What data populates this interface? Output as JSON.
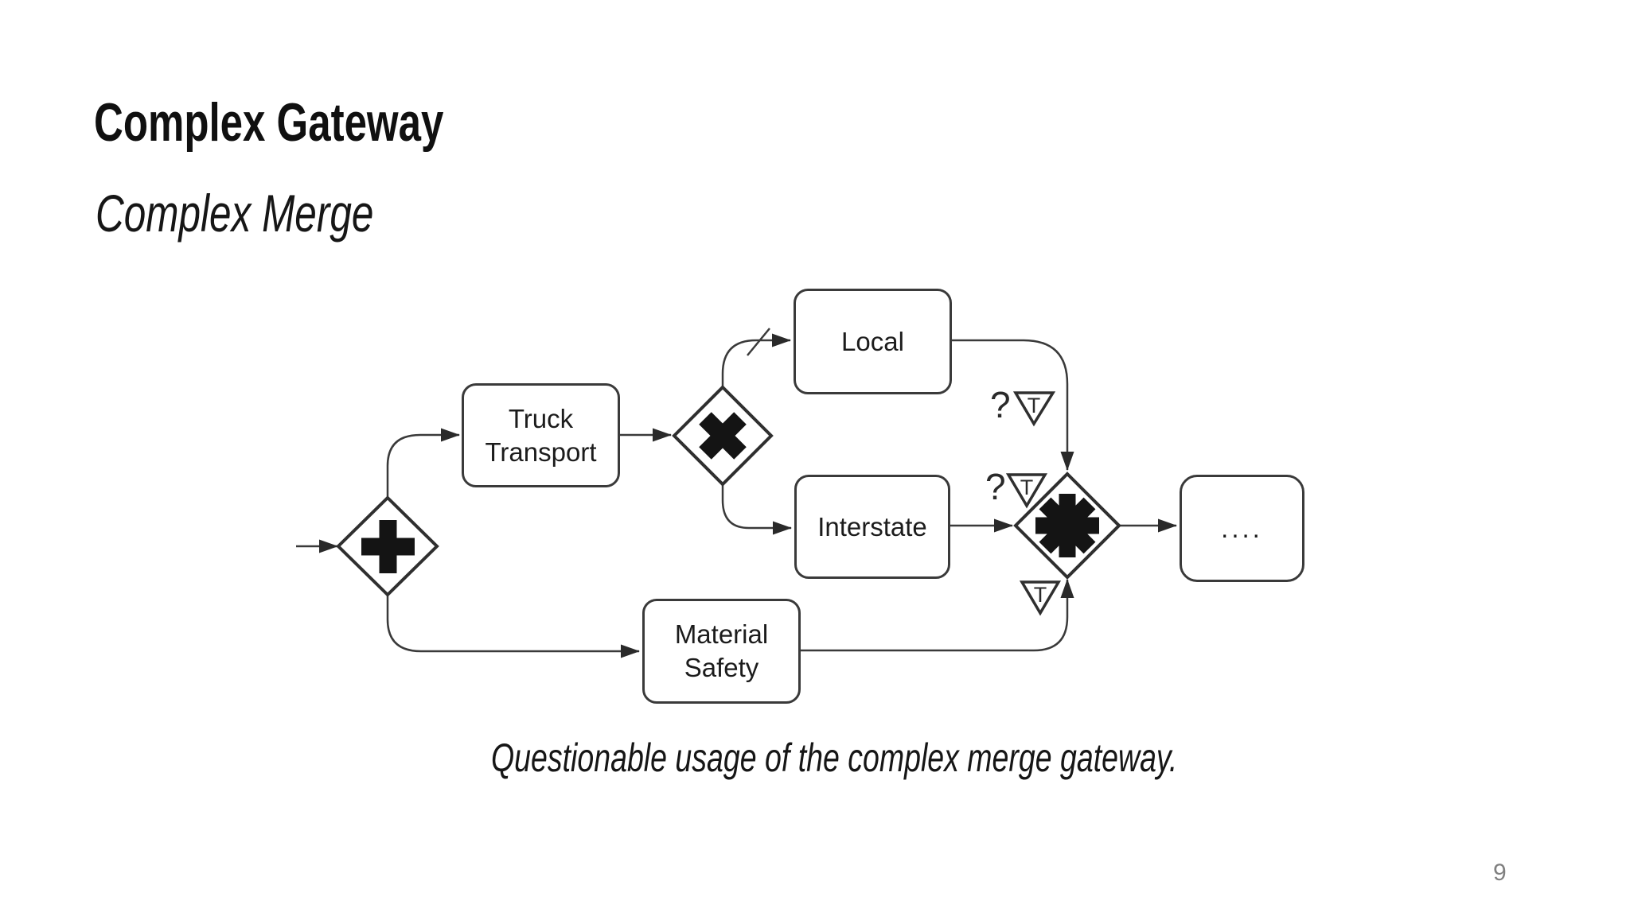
{
  "header": {
    "title": "Complex Gateway",
    "subtitle": "Complex Merge"
  },
  "diagram": {
    "tasks": [
      {
        "id": "truck-transport",
        "label": "Truck\nTransport"
      },
      {
        "id": "local",
        "label": "Local"
      },
      {
        "id": "interstate",
        "label": "Interstate"
      },
      {
        "id": "material-safety",
        "label": "Material\nSafety"
      },
      {
        "id": "continuation",
        "label": "...."
      }
    ],
    "gateways": [
      {
        "id": "parallel-split",
        "type": "parallel",
        "marker_icon": "plus-icon"
      },
      {
        "id": "exclusive-split",
        "type": "exclusive",
        "marker_icon": "x-icon"
      },
      {
        "id": "complex-merge",
        "type": "complex",
        "marker_icon": "asterisk-icon"
      }
    ],
    "annotations": {
      "question_mark": "?",
      "trigger_letter": "T",
      "default_flow_marker": "slash"
    }
  },
  "caption": {
    "text": "Questionable usage of the complex merge gateway."
  },
  "footer": {
    "page_number": "9"
  },
  "colors": {
    "ink": "#3a3a3a",
    "marker_fill": "#141414",
    "text": "#1c1c1c",
    "page_number": "#808080",
    "background": "#ffffff"
  }
}
